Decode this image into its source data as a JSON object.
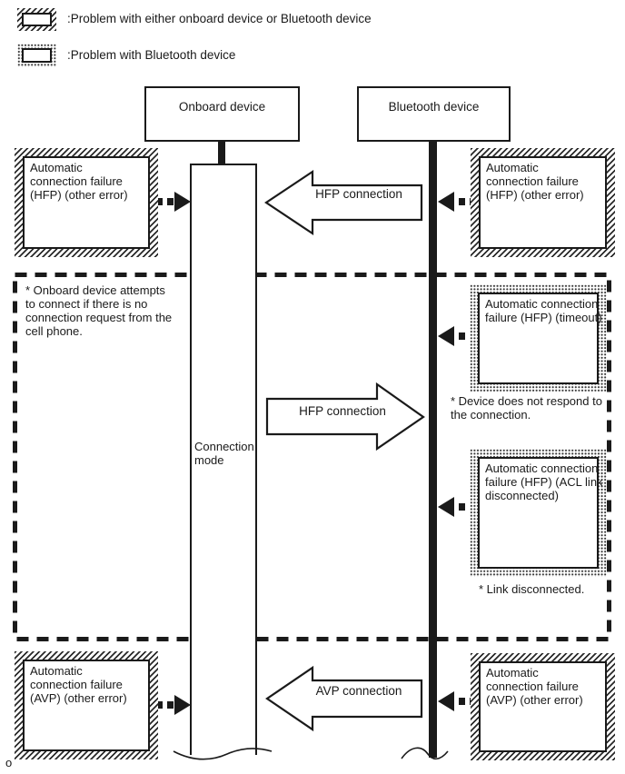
{
  "legend": {
    "items": [
      {
        "swatch": "hatched",
        "label": ":Problem with either onboard device or Bluetooth device"
      },
      {
        "swatch": "stippled",
        "label": ":Problem with Bluetooth device"
      }
    ]
  },
  "devices": {
    "onboard": "Onboard device",
    "bluetooth": "Bluetooth device"
  },
  "bar": {
    "label": "Connection\nmode"
  },
  "failures": {
    "hfp_left": "Automatic\nconnection failure\n(HFP) (other error)",
    "hfp_right": "Automatic\nconnection failure\n(HFP) (other error)",
    "hfp_timeout": "Automatic connection\nfailure (HFP) (timeout)",
    "hfp_acl": "Automatic connection\nfailure (HFP) (ACL link\ndisconnected)",
    "avp_left": "Automatic\nconnection failure\n(AVP) (other error)",
    "avp_right": "Automatic\nconnection failure\n(AVP) (other error)"
  },
  "arrows": {
    "hfp_top": "HFP connection",
    "hfp_mid": "HFP connection",
    "avp_bottom": "AVP connection"
  },
  "notes": {
    "onboard_attempts": "* Onboard device attempts\nto connect if there is no\nconnection request from the\ncell phone.",
    "device_no_response": "* Device does not respond to\nthe connection.",
    "link_disconnected": "* Link disconnected."
  },
  "footer": {
    "corner_mark": "o"
  },
  "colors": {
    "ink": "#1a1a1a",
    "background": "#ffffff"
  }
}
